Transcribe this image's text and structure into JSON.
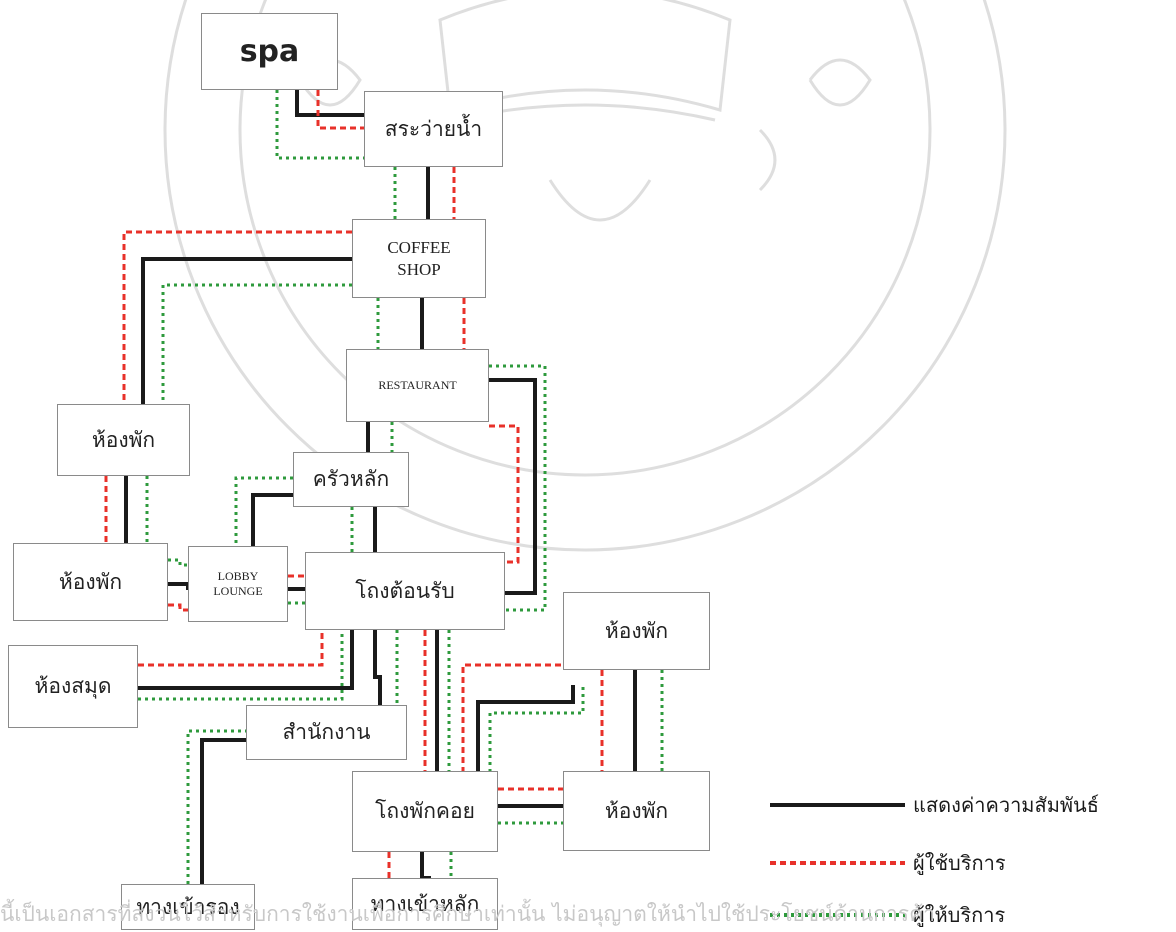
{
  "nodes": {
    "spa": "spa",
    "pool": "สระว่ายน้ำ",
    "coffee_line1": "COFFEE",
    "coffee_line2": "SHOP",
    "restaurant": "RESTAURANT",
    "room_left": "ห้องพัก",
    "main_kitchen": "ครัวหลัก",
    "room_left2": "ห้องพัก",
    "lobby_line1": "LOBBY",
    "lobby_line2": "LOUNGE",
    "reception": "โถงต้อนรับ",
    "library": "ห้องสมุด",
    "office": "สำนักงาน",
    "room_right1": "ห้องพัก",
    "waiting_hall": "โถงพักคอย",
    "room_right2": "ห้องพัก",
    "secondary_entrance": "ทางเข้ารอง",
    "main_entrance": "ทางเข้าหลัก"
  },
  "legend": {
    "relationship": "แสดงค่าความสัมพันธ์",
    "user": "ผู้ใช้บริการ",
    "provider": "ผู้ให้บริการ"
  },
  "colors": {
    "relationship": "#1a1a1a",
    "user": "#e8312a",
    "provider": "#2e9a3c",
    "watermark": "#dedede"
  },
  "footer": "นี้เป็นเอกสารที่สงวนไว้สำหรับการใช้งานเพื่อการศึกษาเท่านั้น ไม่อนุญาตให้นำไปใช้ประโยชน์ด้านการค้า"
}
